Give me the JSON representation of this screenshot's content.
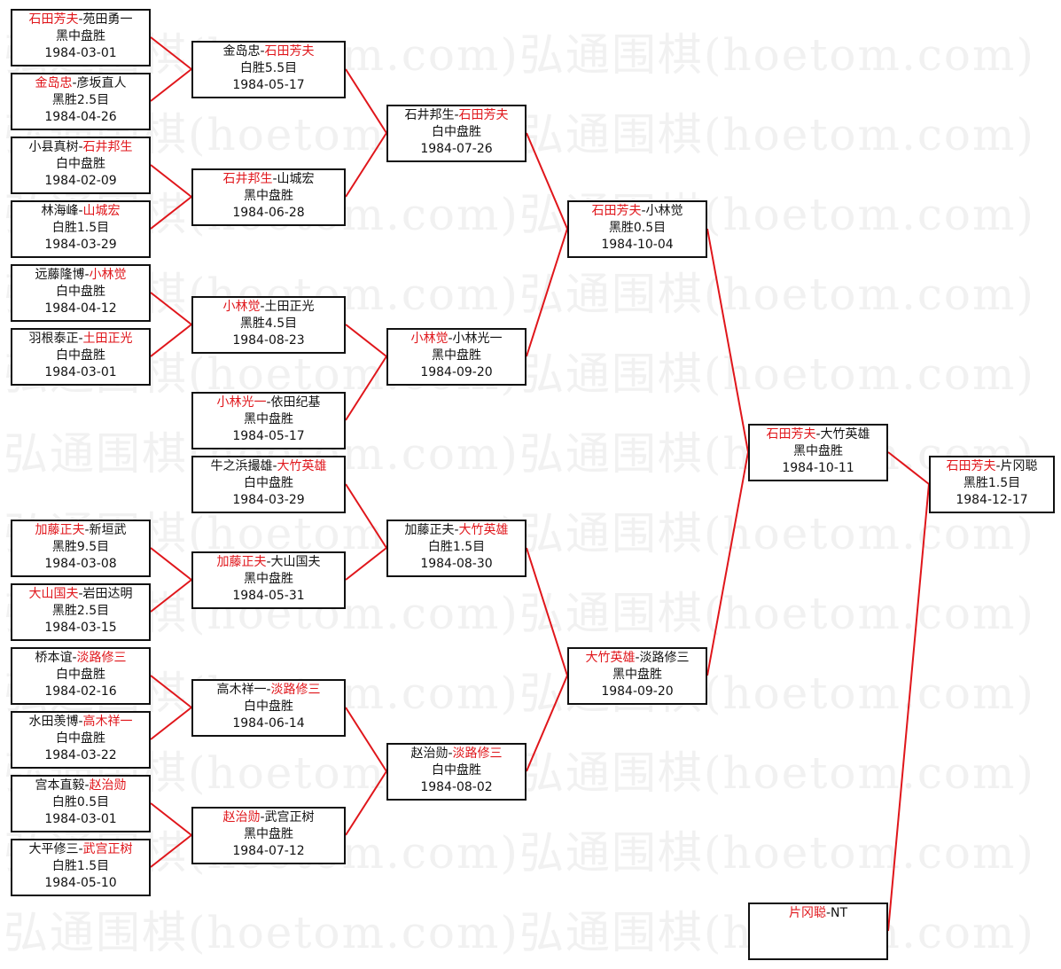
{
  "watermark": "弘通围棋(hoetom.com)",
  "colors": {
    "winner": "#e0161b",
    "line": "#e0161b",
    "border": "#111111"
  },
  "rounds": [
    [
      {
        "p1": "石田芳夫",
        "p2": "苑田勇一",
        "winner": 1,
        "result": "黑中盘胜",
        "date": "1984-03-01"
      },
      {
        "p1": "金岛忠",
        "p2": "彦坂直人",
        "winner": 1,
        "result": "黑胜2.5目",
        "date": "1984-04-26"
      },
      {
        "p1": "小县真树",
        "p2": "石井邦生",
        "winner": 2,
        "result": "白中盘胜",
        "date": "1984-02-09"
      },
      {
        "p1": "林海峰",
        "p2": "山城宏",
        "winner": 2,
        "result": "白胜1.5目",
        "date": "1984-03-29"
      },
      {
        "p1": "远藤隆博",
        "p2": "小林觉",
        "winner": 2,
        "result": "白中盘胜",
        "date": "1984-04-12"
      },
      {
        "p1": "羽根泰正",
        "p2": "土田正光",
        "winner": 2,
        "result": "白中盘胜",
        "date": "1984-03-01"
      },
      {
        "p1": "加藤正夫",
        "p2": "新垣武",
        "winner": 1,
        "result": "黑胜9.5目",
        "date": "1984-03-08"
      },
      {
        "p1": "大山国夫",
        "p2": "岩田达明",
        "winner": 1,
        "result": "黑胜2.5目",
        "date": "1984-03-15"
      },
      {
        "p1": "桥本谊",
        "p2": "淡路修三",
        "winner": 2,
        "result": "白中盘胜",
        "date": "1984-02-16"
      },
      {
        "p1": "水田羡博",
        "p2": "高木祥一",
        "winner": 2,
        "result": "白中盘胜",
        "date": "1984-03-22"
      },
      {
        "p1": "宫本直毅",
        "p2": "赵治勋",
        "winner": 2,
        "result": "白胜0.5目",
        "date": "1984-03-01"
      },
      {
        "p1": "大平修三",
        "p2": "武宫正树",
        "winner": 2,
        "result": "白胜1.5目",
        "date": "1984-05-10"
      }
    ],
    [
      {
        "p1": "金岛忠",
        "p2": "石田芳夫",
        "winner": 2,
        "result": "白胜5.5目",
        "date": "1984-05-17"
      },
      {
        "p1": "石井邦生",
        "p2": "山城宏",
        "winner": 1,
        "result": "黑中盘胜",
        "date": "1984-06-28"
      },
      {
        "p1": "小林觉",
        "p2": "土田正光",
        "winner": 1,
        "result": "黑胜4.5目",
        "date": "1984-08-23"
      },
      {
        "p1": "小林光一",
        "p2": "依田纪基",
        "winner": 1,
        "result": "黑中盘胜",
        "date": "1984-05-17"
      },
      {
        "p1": "牛之浜撮雄",
        "p2": "大竹英雄",
        "winner": 2,
        "result": "白中盘胜",
        "date": "1984-03-29"
      },
      {
        "p1": "加藤正夫",
        "p2": "大山国夫",
        "winner": 1,
        "result": "黑中盘胜",
        "date": "1984-05-31"
      },
      {
        "p1": "高木祥一",
        "p2": "淡路修三",
        "winner": 2,
        "result": "白中盘胜",
        "date": "1984-06-14"
      },
      {
        "p1": "赵治勋",
        "p2": "武宫正树",
        "winner": 1,
        "result": "黑中盘胜",
        "date": "1984-07-12"
      }
    ],
    [
      {
        "p1": "石井邦生",
        "p2": "石田芳夫",
        "winner": 2,
        "result": "白中盘胜",
        "date": "1984-07-26"
      },
      {
        "p1": "小林觉",
        "p2": "小林光一",
        "winner": 1,
        "result": "黑中盘胜",
        "date": "1984-09-20"
      },
      {
        "p1": "加藤正夫",
        "p2": "大竹英雄",
        "winner": 2,
        "result": "白胜1.5目",
        "date": "1984-08-30"
      },
      {
        "p1": "赵治勋",
        "p2": "淡路修三",
        "winner": 2,
        "result": "白中盘胜",
        "date": "1984-08-02"
      }
    ],
    [
      {
        "p1": "石田芳夫",
        "p2": "小林觉",
        "winner": 1,
        "result": "黑胜0.5目",
        "date": "1984-10-04"
      },
      {
        "p1": "大竹英雄",
        "p2": "淡路修三",
        "winner": 1,
        "result": "黑中盘胜",
        "date": "1984-09-20"
      }
    ],
    [
      {
        "p1": "石田芳夫",
        "p2": "大竹英雄",
        "winner": 1,
        "result": "黑中盘胜",
        "date": "1984-10-11"
      },
      {
        "p1": "片冈聪",
        "p2": "NT",
        "winner": 1,
        "result": "",
        "date": ""
      }
    ],
    [
      {
        "p1": "石田芳夫",
        "p2": "片冈聪",
        "winner": 1,
        "result": "黑胜1.5目",
        "date": "1984-12-17"
      }
    ]
  ]
}
